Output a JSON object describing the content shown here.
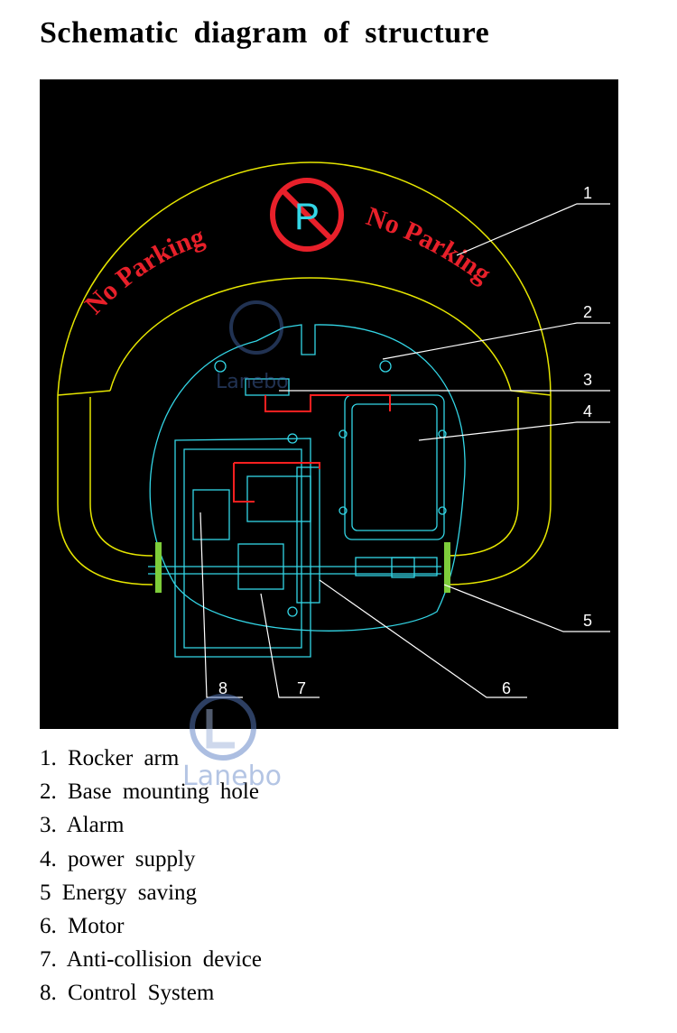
{
  "title": "Schematic diagram of structure",
  "diagram": {
    "sign_left": "No Parking",
    "sign_right": "No Parking",
    "sign_symbol": "P",
    "callouts": [
      "1",
      "2",
      "3",
      "4",
      "5",
      "6",
      "7",
      "8"
    ],
    "watermark_text": "Lanebo"
  },
  "legend": [
    "1. Rocker arm",
    "2. Base mounting hole",
    "3. Alarm",
    "4. power supply",
    "5 Energy saving",
    "6. Motor",
    "7. Anti-collision device",
    "8. Control System"
  ],
  "watermark": {
    "text": "Lanebo"
  },
  "colors": {
    "background": "#000000",
    "outline_yellow": "#e6e600",
    "outline_cyan": "#33d6e6",
    "wire_red": "#ff2020",
    "text_red": "#e8202a",
    "leader_white": "#ffffff",
    "foot_green": "#7dcc3a"
  }
}
